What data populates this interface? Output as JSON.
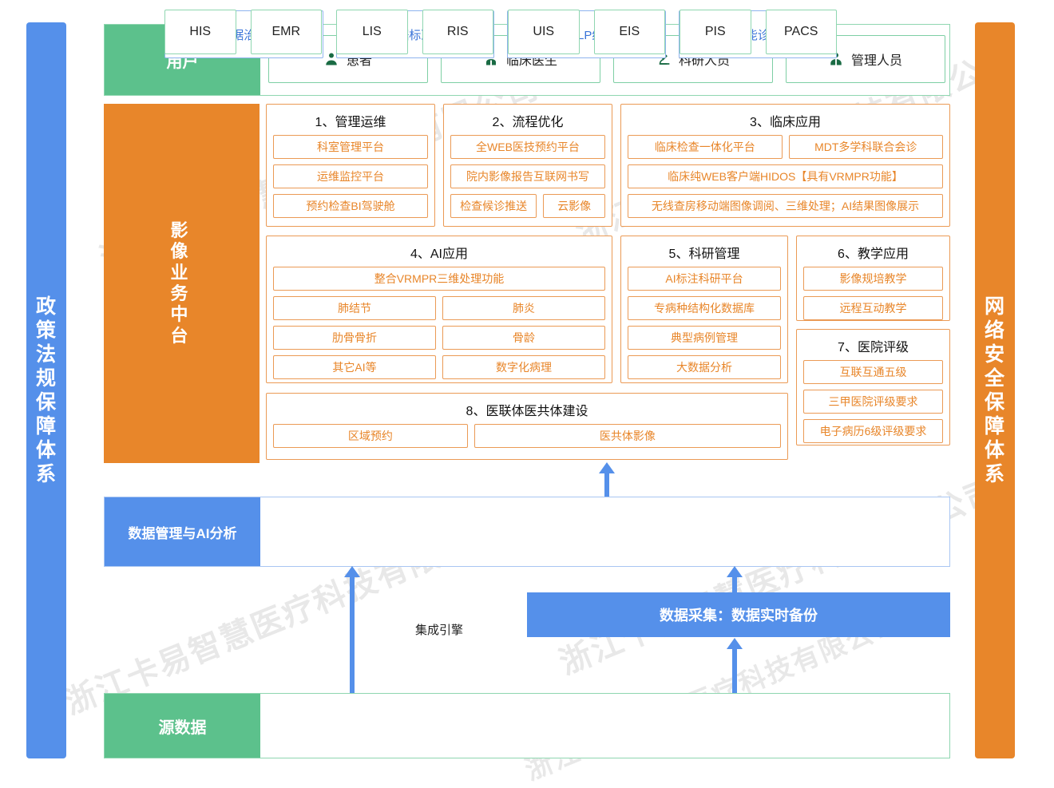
{
  "frame": {
    "left_bar": "政策法规保障体系",
    "right_bar": "网络安全保障体系",
    "colors": {
      "blue": "#5590ea",
      "orange": "#e8862a",
      "green": "#5cc18c",
      "orange_text": "#e8862a",
      "blue_text": "#3a74d8"
    }
  },
  "watermark": "浙江卡易智慧医疗科技有限公司",
  "user_row": {
    "label": "用户",
    "cards": [
      {
        "icon": "patient-icon",
        "label": "患者"
      },
      {
        "icon": "doctor-icon",
        "label": "临床医生"
      },
      {
        "icon": "microscope-icon",
        "label": "科研人员"
      },
      {
        "icon": "manager-icon",
        "label": "管理人员"
      }
    ]
  },
  "platform": {
    "label": "影像业务中台",
    "sections": [
      {
        "title": "1、管理运维",
        "rows": [
          [
            "科室管理平台"
          ],
          [
            "运维监控平台"
          ],
          [
            "预约检查BI驾驶舱"
          ]
        ]
      },
      {
        "title": "2、流程优化",
        "rows": [
          [
            "全WEB医技预约平台"
          ],
          [
            "院内影像报告互联网书写"
          ],
          [
            "检查候诊推送",
            "云影像"
          ]
        ]
      },
      {
        "title": "3、临床应用",
        "rows": [
          [
            "临床检查一体化平台",
            "MDT多学科联合会诊"
          ],
          [
            "临床纯WEB客户端HIDOS【具有VRMPR功能】"
          ],
          [
            "无线查房移动端图像调阅、三维处理；AI结果图像展示"
          ]
        ]
      },
      {
        "title": "4、AI应用",
        "rows": [
          [
            "整合VRMPR三维处理功能"
          ],
          [
            "肺结节",
            "肺炎"
          ],
          [
            "肋骨骨折",
            "骨龄"
          ],
          [
            "其它AI等",
            "数字化病理"
          ]
        ]
      },
      {
        "title": "5、科研管理",
        "rows": [
          [
            "AI标注科研平台"
          ],
          [
            "专病种结构化数据库"
          ],
          [
            "典型病例管理"
          ],
          [
            "大数据分析"
          ]
        ]
      },
      {
        "title": "6、教学应用",
        "rows": [
          [
            "影像规培教学"
          ],
          [
            "远程互动教学"
          ]
        ]
      },
      {
        "title": "7、医院评级",
        "rows": [
          [
            "互联互通五级"
          ],
          [
            "三甲医院评级要求"
          ],
          [
            "电子病历6级评级要求"
          ]
        ]
      },
      {
        "title": "8、医联体医共体建设",
        "rows": [
          [
            "区域预约",
            "医共体影像"
          ]
        ]
      }
    ]
  },
  "data_layer": {
    "label": "数据管理与AI分析",
    "cards": [
      "数据治理",
      "数据标准化",
      "数据NLP结构化",
      "智能诊断"
    ]
  },
  "middle": {
    "engine_label": "集成引擎",
    "collect_bar": "数据采集：数据实时备份"
  },
  "source_row": {
    "label": "源数据",
    "cards": [
      "HIS",
      "EMR",
      "LIS",
      "RIS",
      "UIS",
      "EIS",
      "PIS",
      "PACS"
    ]
  }
}
